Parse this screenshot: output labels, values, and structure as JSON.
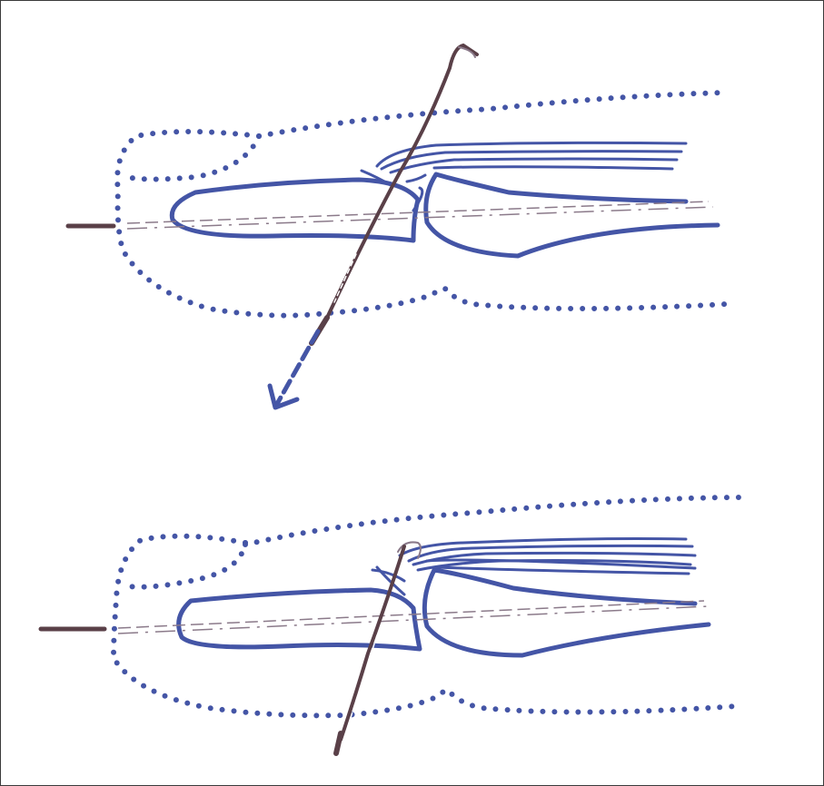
{
  "figure": {
    "panels": [
      {
        "name": "finger-before-wire-insertion"
      },
      {
        "name": "finger-after-wire-insertion"
      }
    ],
    "transition_arrow": "arrow-down-left",
    "colors": {
      "outline": "#4455a6",
      "wire": "#5a4048",
      "frame": "#3a3a3a",
      "background": "#ffffff"
    }
  }
}
